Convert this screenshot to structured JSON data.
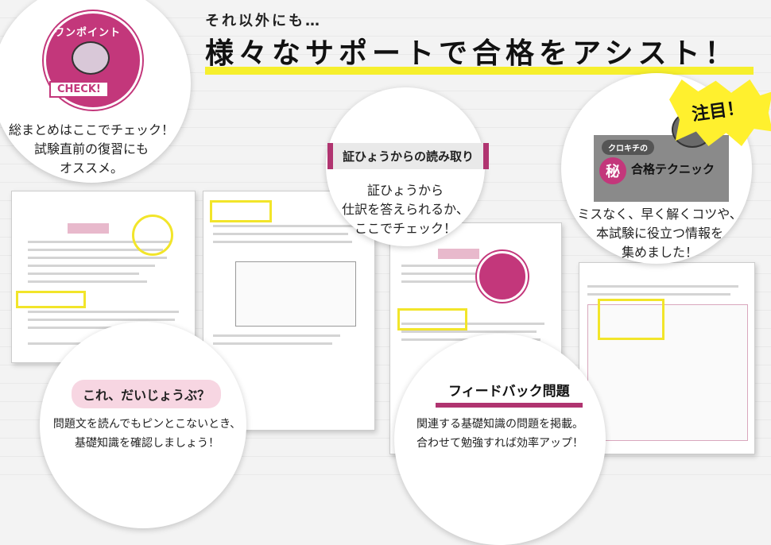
{
  "header": {
    "subtitle": "それ以外にも…",
    "title": "様々なサポートで合格をアシスト！"
  },
  "attention": "注目！",
  "one_point": {
    "badge_top": "ワンポイント",
    "badge_check": "CHECK!",
    "description": "総まとめはここでチェック！\n試験直前の復習にも\nオススメ。"
  },
  "voucher": {
    "label": "証ひょうからの読み取り",
    "description": "証ひょうから\n仕訳を答えられるか、\nここでチェック！"
  },
  "secret": {
    "kuro_name": "クロキチの",
    "secret_char": "秘",
    "title": "合格テクニック",
    "description": "ミスなく、早く解くコツや、\n本試験に役立つ情報を\n集めました！"
  },
  "basic": {
    "label": "これ、だいじょうぶ？",
    "description": "問題文を読んでもピンとこないとき、\n基礎知識を確認しましょう！"
  },
  "feedback": {
    "label": "フィードバック問題",
    "description": "関連する基礎知識の問題を掲載。\n合わせて勉強すれば効率アップ！"
  }
}
